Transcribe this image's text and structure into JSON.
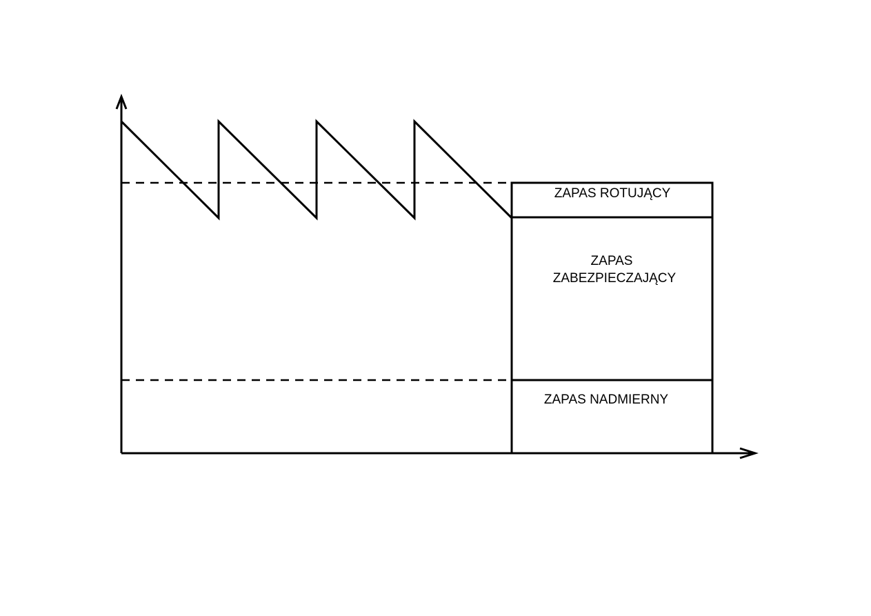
{
  "diagram": {
    "labels": {
      "rotating": "ZAPAS ROTUJĄCY",
      "safety_line1": "ZAPAS",
      "safety_line2": "ZABEZPIECZAJĄCY",
      "excess": "ZAPAS NADMIERNY"
    },
    "line_color": "#000000",
    "background": "#ffffff"
  }
}
